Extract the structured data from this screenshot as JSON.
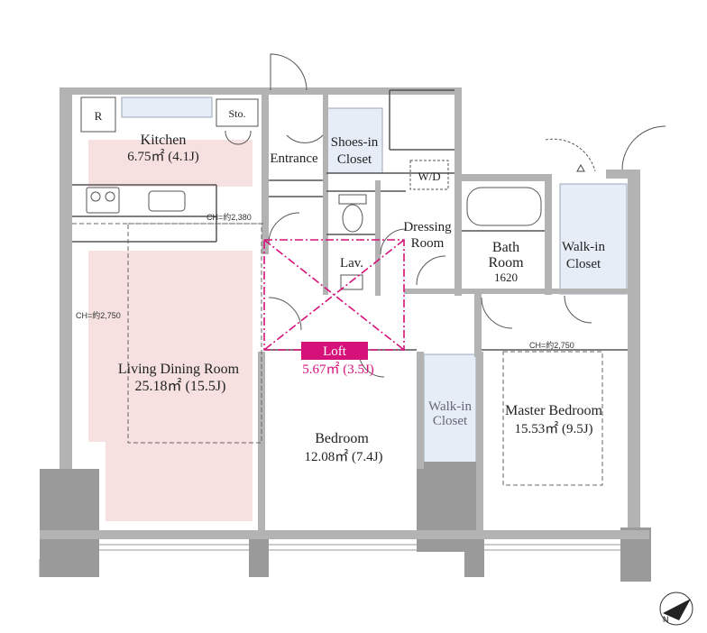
{
  "rooms": {
    "kitchen": {
      "name": "Kitchen",
      "area": "6.75㎡ (4.1J)"
    },
    "ldk": {
      "name": "Living Dining Room",
      "area": "25.18㎡ (15.5J)"
    },
    "entrance": "Entrance",
    "shoes_closet": {
      "line1": "Shoes-in",
      "line2": "Closet"
    },
    "wd": "W/D",
    "dressing": {
      "line1": "Dressing",
      "line2": "Room"
    },
    "bath": {
      "line1": "Bath",
      "line2": "Room",
      "size": "1620"
    },
    "walkin_top": {
      "line1": "Walk-in",
      "line2": "Closet"
    },
    "lav": "Lav.",
    "loft": {
      "name": "Loft",
      "area": "5.67㎡ (3.5J)"
    },
    "bedroom": {
      "name": "Bedroom",
      "area": "12.08㎡ (7.4J)"
    },
    "walkin_bottom": {
      "line1": "Walk-in",
      "line2": "Closet"
    },
    "master": {
      "name": "Master Bedroom",
      "area": "15.53㎡ (9.5J)"
    }
  },
  "fixtures": {
    "refrigerator": "R",
    "storage": "Sto."
  },
  "ceiling_heights": {
    "kitchen": "CH=約2,380",
    "living": "CH=約2,750",
    "master": "CH=約2,750"
  },
  "compass": "N",
  "colors": {
    "wall": "#b3b3b3",
    "wall_dark": "#9a9a9a",
    "pink_fill": "#f6e0e0",
    "closet_fill": "#e6edf6",
    "loft_accent": "#d6117a",
    "text": "#222222"
  }
}
